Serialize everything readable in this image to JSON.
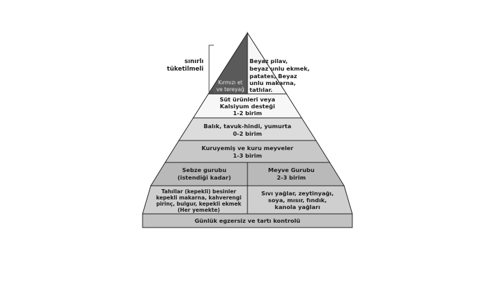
{
  "side_note": {
    "line1": "sınırlı",
    "line2": "tüketilmeli"
  },
  "top": {
    "left_line1": "Kırmızı et",
    "left_line2": "ve tereyağ",
    "right_lines": [
      "Beyaz pilav,",
      "beyaz unlu ekmek,",
      "patates, Beyaz",
      "unlu makarna,",
      "tatlılar."
    ]
  },
  "tier2": [
    "Süt ürünleri veya",
    "Kalsiyum desteği",
    "1-2 birim"
  ],
  "tier3": [
    "Balık, tavuk-hindi, yumurta",
    "0-2 birim"
  ],
  "tier4": [
    "Kuruyemiş ve kuru meyveler",
    "1-3 birim"
  ],
  "tier5": {
    "left": [
      "Sebze gurubu",
      "(istendiği kadar)"
    ],
    "right": [
      "Meyve Gurubu",
      "2-3 birim"
    ]
  },
  "tier6": {
    "left": [
      "Tahıllar (kepekli) besinler",
      "kepekli makarna, kahverengi",
      "pirinç, bulgur, kepekli ekmek",
      "(Her yemekte)"
    ],
    "right": [
      "Sıvı yağlar, zeytinyağı,",
      "soya, mısır, fındık,",
      "kanola yağları"
    ]
  },
  "base": "Günlük egzersiz ve tartı kontrolü",
  "colors": {
    "apex_dark": "#5a5a5a",
    "tier_light": "#f7f7f7",
    "tier3": "#dcdcdc",
    "tier4": "#c8c8c8",
    "tier5": "#b9b9b9",
    "tier6": "#cfcfcf",
    "base": "#c2c2c2",
    "outline": "#222222"
  }
}
